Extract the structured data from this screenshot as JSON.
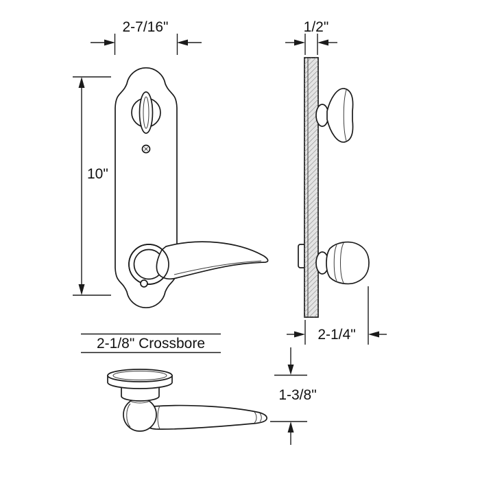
{
  "page": {
    "background": "#ffffff"
  },
  "labels": {
    "front_width": "2-7/16\"",
    "front_height": "10\"",
    "crossbore": "2-1/8\" Crossbore",
    "side_thickness": "1/2\"",
    "side_depth": "2-1/4\"",
    "lever_thickness": "1-3/8\""
  },
  "colors": {
    "line": "#1b1b1b",
    "dimension": "#1b1b1b",
    "plate_edge_fill": "#e4e4e4",
    "hatch_line": "#909090"
  }
}
